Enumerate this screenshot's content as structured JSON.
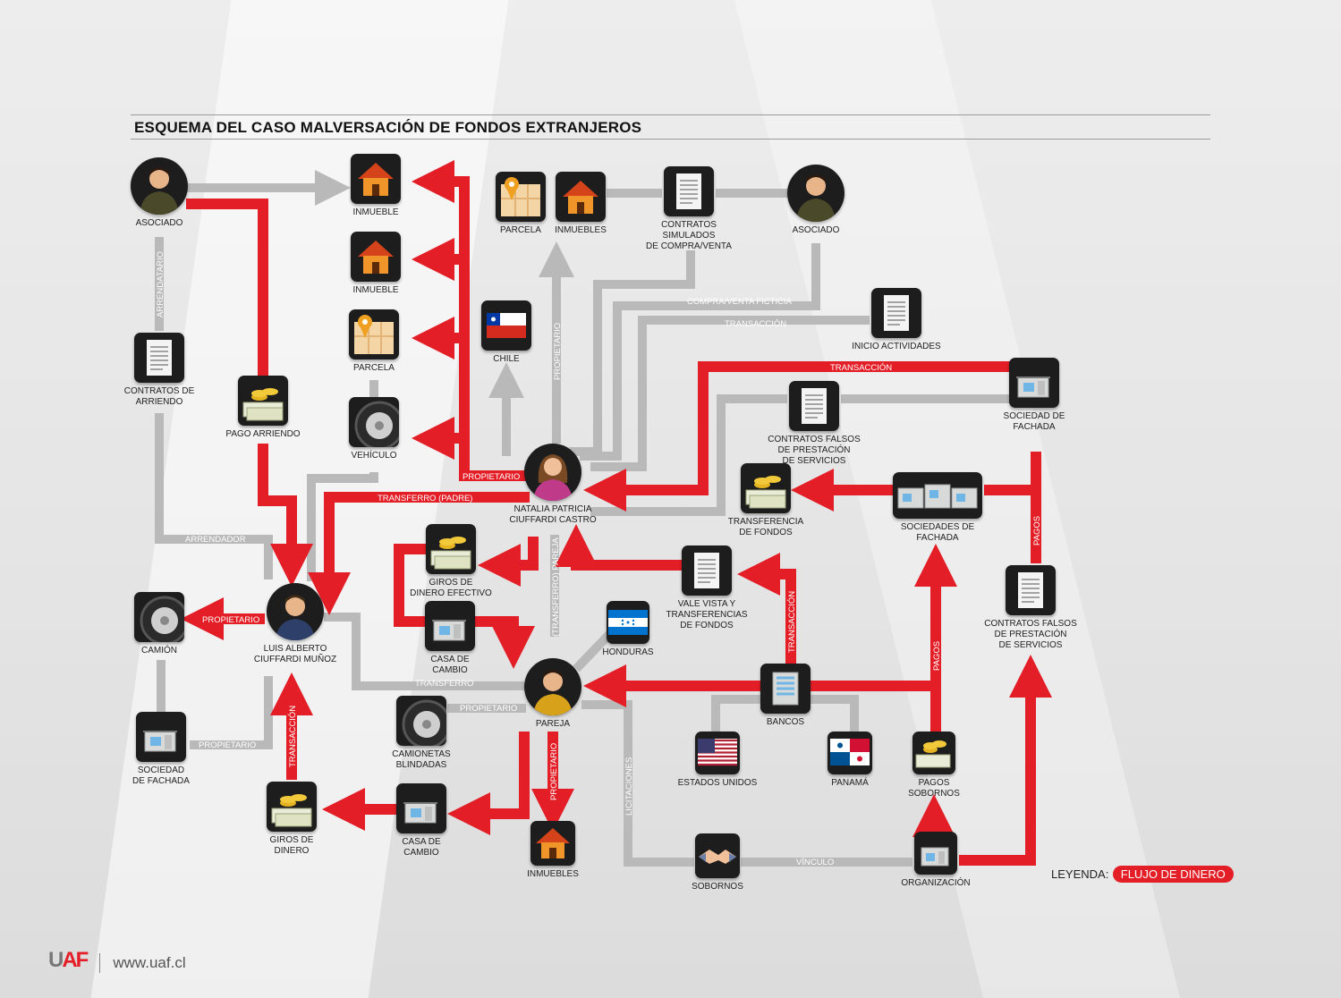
{
  "title": "ESQUEMA DEL CASO MALVERSACIÓN DE FONDOS EXTRANJEROS",
  "colors": {
    "money": "#e41e26",
    "link": "#b9b9b9",
    "tile": "#1d1d1d"
  },
  "nodes": {
    "asociado_1": {
      "label": "ASOCIADO",
      "icon": "person-icon"
    },
    "inmueble_1": {
      "label": "INMUEBLE",
      "icon": "house-icon"
    },
    "inmueble_2": {
      "label": "INMUEBLE",
      "icon": "house-icon"
    },
    "parcela_1": {
      "label": "PARCELA",
      "icon": "map-pin-icon"
    },
    "vehiculo": {
      "label": "VEHÍCULO",
      "icon": "tire-icon"
    },
    "contratos_arriendo": {
      "label": "CONTRATOS DE\nARRIENDO",
      "icon": "document-icon"
    },
    "pago_arriendo": {
      "label": "PAGO ARRIENDO",
      "icon": "money-icon"
    },
    "parcela_2": {
      "label": "PARCELA",
      "icon": "map-pin-icon"
    },
    "inmuebles_1": {
      "label": "INMUEBLES",
      "icon": "house-icon"
    },
    "contratos_simulados": {
      "label": "CONTRATOS SIMULADOS\nDE COMPRA/VENTA",
      "icon": "document-icon"
    },
    "asociado_2": {
      "label": "ASOCIADO",
      "icon": "person-icon"
    },
    "chile": {
      "label": "CHILE",
      "icon": "chile-flag-icon"
    },
    "inicio_actividades": {
      "label": "INICIO ACTIVIDADES",
      "icon": "document-icon"
    },
    "sociedad_fachada_1": {
      "label": "SOCIEDAD DE\nFACHADA",
      "icon": "building-icon"
    },
    "contratos_falsos_1": {
      "label": "CONTRATOS FALSOS\nDE PRESTACIÓN\nDE SERVICIOS",
      "icon": "document-icon"
    },
    "natalia": {
      "label": "NATALIA PATRICIA\nCIUFFARDI CASTRO",
      "icon": "woman-icon"
    },
    "transferencia_fondos": {
      "label": "TRANSFERENCIA\nDE FONDOS",
      "icon": "money-icon"
    },
    "sociedades_fachada": {
      "label": "SOCIEDADES DE\nFACHADA",
      "icon": "buildings-icon"
    },
    "giros_efectivo": {
      "label": "GIROS DE\nDINERO EFECTIVO",
      "icon": "money-icon"
    },
    "casa_cambio_1": {
      "label": "CASA DE\nCAMBIO",
      "icon": "building-icon"
    },
    "vale_vista": {
      "label": "VALE VISTA Y\nTRANSFERENCIAS\nDE FONDOS",
      "icon": "document-icon"
    },
    "honduras": {
      "label": "HONDURAS",
      "icon": "honduras-flag-icon"
    },
    "contratos_falsos_2": {
      "label": "CONTRATOS FALSOS\nDE PRESTACIÓN\nDE SERVICIOS",
      "icon": "document-icon"
    },
    "camion": {
      "label": "CAMIÓN",
      "icon": "tire-icon"
    },
    "luis": {
      "label": "LUIS ALBERTO\nCIUFFARDI MUÑOZ",
      "icon": "person-icon"
    },
    "pareja": {
      "label": "PAREJA",
      "icon": "person-icon"
    },
    "bancos": {
      "label": "BANCOS",
      "icon": "building-icon"
    },
    "sociedad_fachada_2": {
      "label": "SOCIEDAD\nDE FACHADA",
      "icon": "building-icon"
    },
    "camionetas": {
      "label": "CAMIONETAS\nBLINDADAS",
      "icon": "tire-icon"
    },
    "estados_unidos": {
      "label": "ESTADOS UNIDOS",
      "icon": "usa-flag-icon"
    },
    "panama": {
      "label": "PANAMÁ",
      "icon": "panama-flag-icon"
    },
    "pagos_sobornos": {
      "label": "PAGOS\nSOBORNOS",
      "icon": "money-icon"
    },
    "giros_dinero": {
      "label": "GIROS DE\nDINERO",
      "icon": "money-icon"
    },
    "casa_cambio_2": {
      "label": "CASA DE\nCAMBIO",
      "icon": "building-icon"
    },
    "inmuebles_2": {
      "label": "INMUEBLES",
      "icon": "house-icon"
    },
    "sobornos": {
      "label": "SOBORNOS",
      "icon": "handshake-icon"
    },
    "organizacion": {
      "label": "ORGANIZACIÓN",
      "icon": "building-icon"
    }
  },
  "links": {
    "arrendatario": "ARRENDATARIO",
    "arrendador": "ARRENDADOR",
    "propietario_1": "PROPIETARIO",
    "propietario_2": "PROPIETARIO",
    "propietario_3": "PROPIETARIO",
    "propietario_4": "PROPIETARIO",
    "propietario_5": "PROPIETARIO",
    "propietario_6": "PROPIETARIO",
    "transferro_padre": "TRANSFERRO (PADRE)",
    "transferro": "TRANSFERRO",
    "transferro_pareja": "(TRANSFERRO) PAREJA",
    "compra_venta": "COMPRA/VENTA FICTICIA",
    "transaccion_1": "TRANSACCIÓN",
    "transaccion_2": "TRANSACCIÓN",
    "transaccion_3": "TRANSACCIÓN",
    "transaccion_4": "TRANSACCIÓN",
    "pagos_1": "PAGOS",
    "pagos_2": "PAGOS",
    "licitaciones": "LICITACIONES",
    "vinculo": "VÍNCULO"
  },
  "legend": {
    "label": "LEYENDA:",
    "item": "FLUJO DE DINERO"
  },
  "footer": {
    "logo_a": "U",
    "logo_b": "AF",
    "url": "www.uaf.cl"
  }
}
